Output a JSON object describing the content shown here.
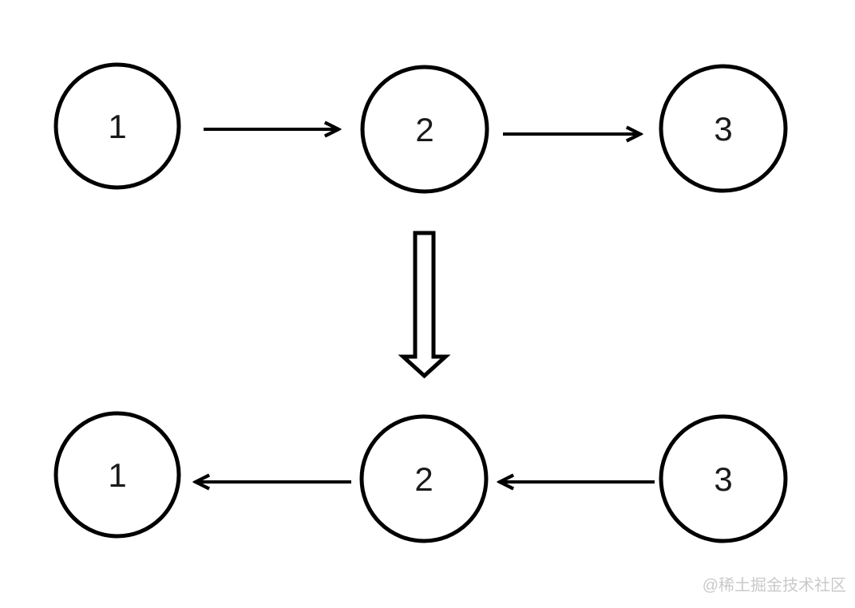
{
  "diagram": {
    "type": "linked-list-reversal",
    "colors": {
      "stroke": "#000000",
      "background": "#ffffff",
      "watermark": "#c9c9c9"
    },
    "top_list": {
      "direction": "right",
      "nodes": [
        {
          "label": "1"
        },
        {
          "label": "2"
        },
        {
          "label": "3"
        }
      ]
    },
    "transform_arrow": "down-block-arrow",
    "bottom_list": {
      "direction": "left",
      "nodes": [
        {
          "label": "1"
        },
        {
          "label": "2"
        },
        {
          "label": "3"
        }
      ]
    },
    "watermark": {
      "text": "@稀土掘金技术社区"
    }
  }
}
